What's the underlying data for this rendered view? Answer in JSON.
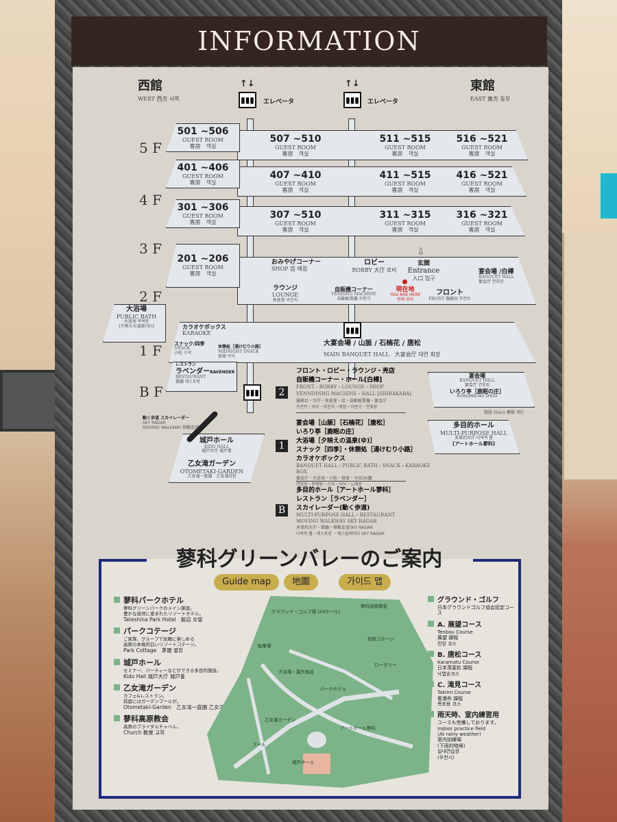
{
  "header": {
    "title": "INFORMATION"
  },
  "buildings": {
    "west": {
      "name": "西館",
      "sub": "WEST 西方 서쪽"
    },
    "east": {
      "name": "東館",
      "sub": "EAST 東方 동부"
    }
  },
  "elevator_label": "エレベータ",
  "floors": [
    "5 F",
    "4 F",
    "3 F",
    "2 F",
    "1 F",
    "B F"
  ],
  "room_label": "GUEST ROOM",
  "room_sub": "客房　객실",
  "rooms": {
    "f5": [
      "501 ~506",
      "507 ~510",
      "511 ~515",
      "516 ~521"
    ],
    "f4": [
      "401 ~406",
      "407 ~410",
      "411 ~515",
      "416 ~521"
    ],
    "f3": [
      "301 ~306",
      "307 ~510",
      "311 ~315",
      "316 ~321"
    ],
    "f2": [
      "201 ~206"
    ]
  },
  "floor2": {
    "shop": "おみやげコーナー",
    "shop_en": "SHOP 店 매점",
    "lobby": "ロビー",
    "lobby_en": "ROBBY 大厅 로비",
    "entrance": "玄関",
    "entrance_en": "Entrance",
    "entrance_sub": "入口 입구",
    "lounge": "ラウンジ",
    "lounge_en": "LOUNGE",
    "lounge_sub": "休息室 라운지",
    "vending": "自販機コーナー",
    "vending_en": "VENDING MACHINE",
    "vending_sub": "自動販賣機 자판기",
    "here": "現在地",
    "here_en": "YOU ARE HERE",
    "here_sub": "현재 위치",
    "front": "フロント",
    "front_en": "FRONT 服務台 프런트",
    "banquet": "宴会場 /白樺",
    "banquet_en": "BANQUET HALL",
    "banquet_sub": "宴会厅 연회장"
  },
  "floor1": {
    "bath": "大浴場",
    "bath_en": "PUBLIC BATH",
    "bath_sub": "大浴池 목욕탕",
    "bath_name": "[夕映えの温泉(ゆ)]",
    "karaoke": "カラオケボックス",
    "karaoke_en": "KARAOKE",
    "snack": "スナック/四季",
    "snack_en": "SNACK",
    "snack_sub": "小吃 스낵",
    "midnight": "休憩処［湯けむり小路］",
    "midnight_en": "MIDNIGHT SNACK",
    "midnight_sub": "宵夜 야식",
    "hall": "大宴会場 / 山脈 / 石楠花 / 唐松",
    "hall_en": "MAIN BANQUET HALL　大宴会厅 대연 회장"
  },
  "basement": {
    "restaurant_label": "レストラン",
    "restaurant": "ラベンダー",
    "restaurant_tag": "RAVENDER",
    "restaurant_en": "RESTAURANT",
    "restaurant_sub": "餐廳 레스토랑",
    "skyradar": "動く歩道 スカイレーダー",
    "skyradar_en": "SKY RADAR",
    "skyradar_sub": "MOVING WALKWAY 移動走道",
    "kido": "城戸ホール",
    "kido_en": "KIDO HALL",
    "kido_sub": "城戸大庁 城戸홀",
    "garden": "乙女滝ガーデン",
    "garden_en": "OTOMETAKI-GARDEN",
    "garden_sub": "乙女滝一庭園　乙女滝정원"
  },
  "east_lower": {
    "banquet": "宴会場",
    "banquet_en": "BANQUET HALL",
    "banquet_sub": "宴会厅 연회장",
    "irori": "いろり亭［鹿眠の庄］",
    "irori_en": "ROKUMIN NO SHOU",
    "stairs": "階段 Stairs 樓梯 계단",
    "multi": "多目的ホール",
    "multi_en": "MULTI-PURPOSE HALL",
    "multi_sub": "多目的大庁 다목적 홀",
    "multi_name": "[アートホール蓼科]"
  },
  "legend": [
    {
      "floor": "2",
      "lines": [
        "フロント・ロビー・ラウンジ・売店",
        "自販機コーナー・ホール[白樺]"
      ],
      "en": [
        "FRONT・ROBBY・LOUNGE・SHOP",
        "VENNDINNG MACHINE・HALL [SHIRAKABA]"
      ],
      "sub": [
        "服務台・大庁・休息室・店・自動販賣機・宴会庁",
        "프런트・로비・라운지・매점・자판기・연회장"
      ]
    },
    {
      "floor": "1",
      "lines": [
        "宴会場［山脈］［石楠花］［唐松］",
        "いろり亭［鹿眠の庄］",
        "大浴場［夕映えの温泉(ゆ)］",
        "スナック［四季］・休憩処［湯けむり小路］",
        "カラオケボックス"
      ],
      "en": [
        "BANQUET HALL・PUBLIC BATH・SNACK・KARAOKE BOX"
      ],
      "sub": [
        "宴会庁・大浴池・小吃・宵夜・卡拉OK廳",
        "연회장・목욕탕・스낵・야식・노래방"
      ]
    },
    {
      "floor": "B",
      "lines": [
        "多目的ホール［アートホール蓼科］",
        "レストラン［ラベンダー］",
        "スカイレーダー(動く歩道)"
      ],
      "en": [
        "MULTI-PURPOSE HALL・RESTAURANT",
        "MOVING WALKWAY SKY RADAR"
      ],
      "sub": [
        "多目的大庁・餐廳・移動走道SKY RADAR",
        "다목적 홀・레스토랑 ・에스컬레이터 SKY RADAR"
      ]
    }
  ],
  "guide": {
    "title": "蓼科グリーンバレーのご案内",
    "pills": [
      "Guide map",
      "地圖",
      "가이드 맵"
    ],
    "left": [
      {
        "title": "蓼科パークホテル",
        "desc": [
          "蓼科グリーンパークのメイン施設。",
          "豊かな自然に恵まれたリゾートホテル。"
        ],
        "en": "Tateshina Park Hotel　飯店 호텔"
      },
      {
        "title": "パークコテージ",
        "desc": [
          "ご家族、グループで気軽に楽しめる",
          "高原の本格的白いリゾートコテージ。"
        ],
        "en": "Park Cottage　茅屋 별장"
      },
      {
        "title": "城戸ホール",
        "desc": [
          "セミナー、パーティーなどができる多目的施設。"
        ],
        "en": "Kido Hall 城戸大庁 城戸홀"
      },
      {
        "title": "乙女滝ガーデン",
        "desc": [
          "カフェ&レストラン。",
          "前庭にはガーデンプールが。"
        ],
        "en": "Otometaki-Garden　乙女滝一庭園 乙女滝정원"
      },
      {
        "title": "蓼科高原教会",
        "desc": [
          "高原のブライダルチャペル。"
        ],
        "en": "Church 教堂 교회"
      }
    ],
    "right": [
      {
        "title": "グラウンド・ゴルフ",
        "desc": [
          "日本グラウンドゴルフ協会認定コース"
        ]
      },
      {
        "title": "A. 展望コース",
        "desc": [
          "Tenbou Course",
          "展望 課程",
          "전망 코스"
        ]
      },
      {
        "title": "B. 唐松コース",
        "desc": [
          "Karamatu Course",
          "日本落葉松 課程",
          "낙엽송코스"
        ]
      },
      {
        "title": "C. 滝見コース",
        "desc": [
          "Takimi Course",
          "看瀑布 課程",
          "폭포용 코스"
        ]
      },
      {
        "title": "雨天時、室内練習用",
        "desc": [
          "コースも完備しております。",
          "Indoor practice field",
          "(At rainy weather)",
          "室内訓練場",
          "(下雨的時候)",
          "실내연습장",
          "(우천시)"
        ]
      }
    ],
    "map_labels": [
      "グラウンド・ゴルフ場 (24ホール)",
      "蓼科高原教会",
      "別館コテージ",
      "駐車場",
      "大浴場・露天風呂",
      "パークホテル",
      "乙女滝ガーデン",
      "アートホール蓼科",
      "城戸ホール",
      "プール",
      "ロータリー"
    ]
  },
  "colors": {
    "header": "#352522",
    "panel": "#d9d5cd",
    "plate": "#e4e7ec",
    "map_green": "#7cb388",
    "frame_blue": "#1e2a7a",
    "pill": "#c8ad4e",
    "here_red": "#c81e1e"
  }
}
